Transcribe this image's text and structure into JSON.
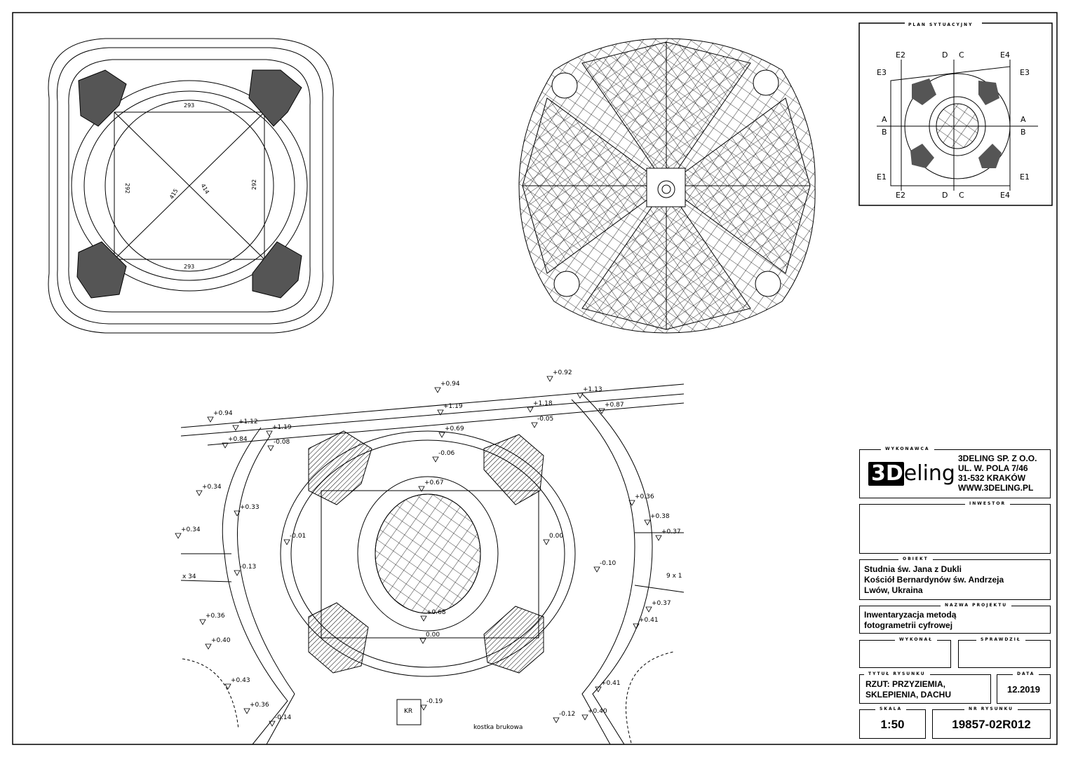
{
  "drawings": {
    "roof_plan_dims": [
      "293",
      "292",
      "415",
      "414",
      "292",
      "293"
    ],
    "ground_plan": {
      "levels": [
        "+0.92",
        "+0.94",
        "+1.13",
        "+1.19",
        "+1.18",
        "+0.87",
        "+0.94",
        "+1.12",
        "+1.19",
        "+0.84",
        "-0.05",
        "+0.69",
        "-0.08",
        "-0.06",
        "+0.67",
        "+0.34",
        "+0.33",
        "+0.36",
        "+0.38",
        "+0.34",
        "+0.37",
        "-0.01",
        "0.00",
        "-0.13",
        "-0.10",
        "+0.37",
        "+0.36",
        "+0.41",
        "+0.68",
        "0.00",
        "+0.40",
        "+0.43",
        "+0.41",
        "-0.19",
        "+0.36",
        "-0.14",
        "-0.12",
        "+0.40"
      ],
      "kr_label": "KR",
      "paving_label": "kostka brukowa",
      "stairs_left": "x 34",
      "stairs_right": "9 x 1"
    }
  },
  "plan_sytuacyjny": {
    "title": "PLAN SYTUACYJNY",
    "labels": {
      "e2": "E2",
      "d": "D",
      "c": "C",
      "e4": "E4",
      "e3": "E3",
      "a": "A",
      "b": "B",
      "e1": "E1"
    }
  },
  "title_block": {
    "wykonawca": {
      "caption": "WYKONAWCA",
      "logo_a": "3D",
      "logo_b": "eling",
      "lines": [
        "3DELING SP. Z O.O.",
        "UL. W. POLA 7/46",
        "31-532 KRAKÓW",
        "WWW.3DELING.PL"
      ]
    },
    "inwestor": {
      "caption": "INWESTOR"
    },
    "obiekt": {
      "caption": "OBIEKT",
      "lines": [
        "Studnia św. Jana z Dukli",
        "Kościół Bernardynów św. Andrzeja",
        "Lwów, Ukraina"
      ]
    },
    "nazwa_projektu": {
      "caption": "NAZWA PROJEKTU",
      "lines": [
        "Inwentaryzacja metodą",
        "fotogrametrii cyfrowej"
      ]
    },
    "wykonal": {
      "caption": "WYKONAŁ"
    },
    "sprawdzil": {
      "caption": "SPRAWDZIŁ"
    },
    "tytul": {
      "caption": "TYTUŁ RYSUNKU",
      "lines": [
        "RZUT: PRZYZIEMIA,",
        "SKLEPIENIA, DACHU"
      ]
    },
    "data": {
      "caption": "DATA",
      "value": "12.2019"
    },
    "skala": {
      "caption": "SKALA",
      "value": "1:50"
    },
    "nr": {
      "caption": "NR RYSUNKU",
      "value": "19857-02R012"
    }
  }
}
